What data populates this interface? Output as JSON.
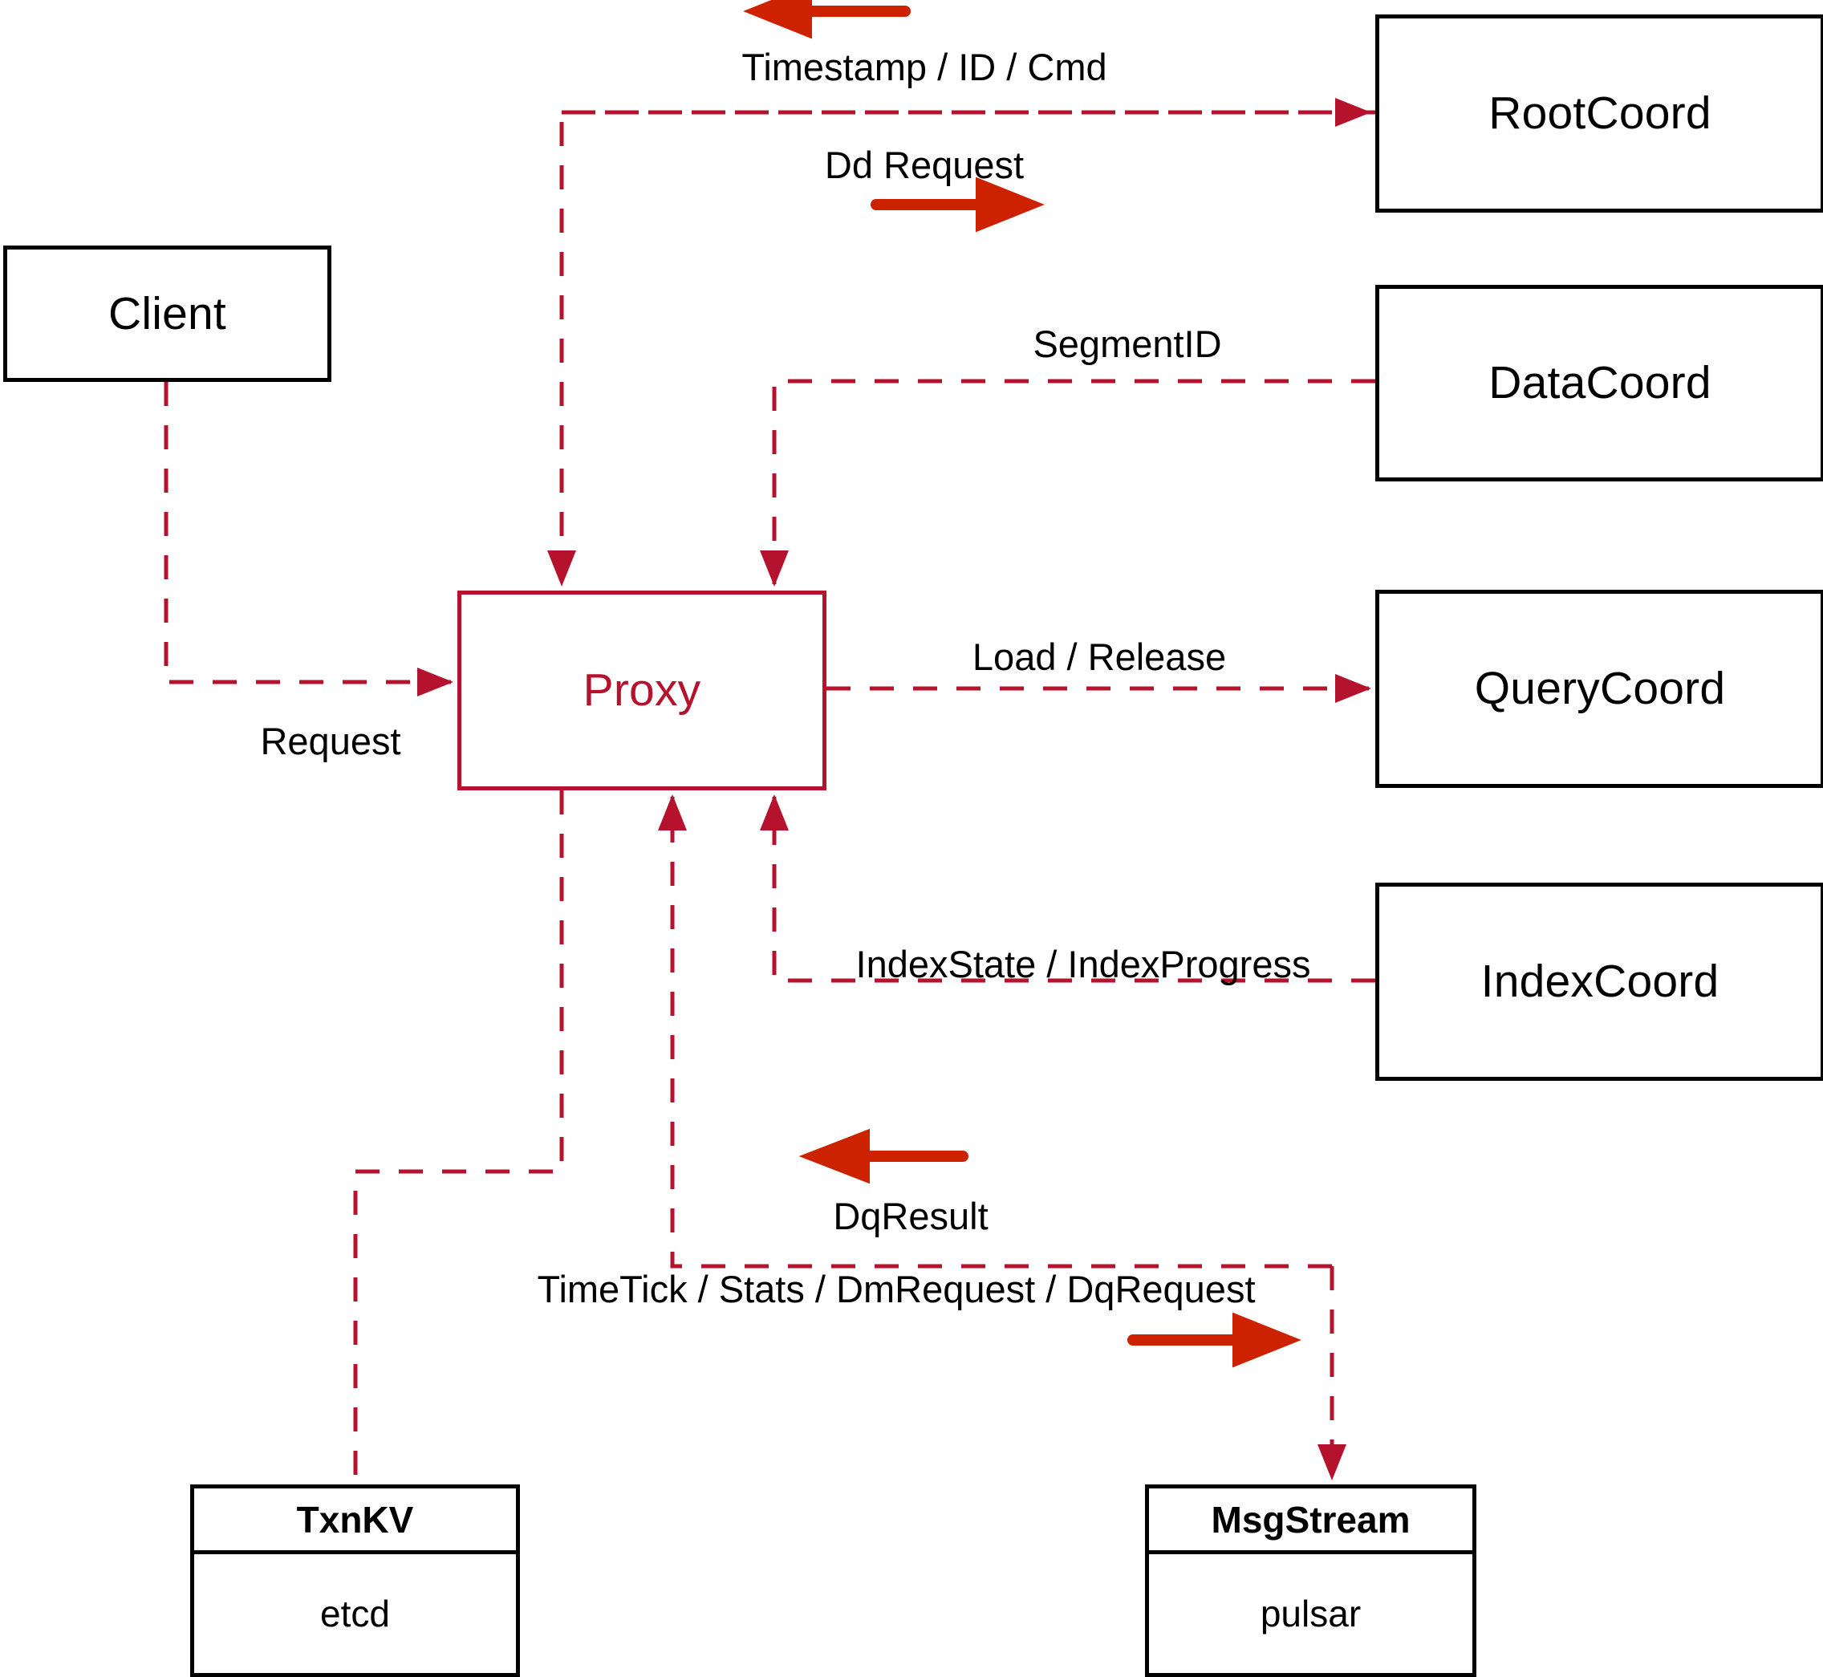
{
  "diagram": {
    "title": "Milvus Proxy interaction diagram",
    "accent_color": "#b5122e",
    "arrow_color": "#cc2200",
    "node_color": "#000000",
    "background": "#ffffff"
  },
  "nodes": {
    "client": {
      "label": "Client"
    },
    "proxy": {
      "label": "Proxy"
    },
    "root_coord": {
      "label": "RootCoord"
    },
    "data_coord": {
      "label": "DataCoord"
    },
    "query_coord": {
      "label": "QueryCoord"
    },
    "index_coord": {
      "label": "IndexCoord"
    },
    "txnkv": {
      "head": "TxnKV",
      "body": "etcd"
    },
    "msgstream": {
      "head": "MsgStream",
      "body": "pulsar"
    }
  },
  "edges": [
    {
      "id": "request",
      "label": "Request",
      "from": "client",
      "to": "proxy",
      "style": "dashed",
      "direction": "forward"
    },
    {
      "id": "timestamp-id-cmd",
      "label": "Timestamp / ID / Cmd",
      "from": "root_coord",
      "to": "proxy",
      "style": "dashed",
      "direction": "backward"
    },
    {
      "id": "dd-request",
      "label": "Dd Request",
      "from": "proxy",
      "to": "root_coord",
      "style": "dashed",
      "direction": "forward"
    },
    {
      "id": "segment-id",
      "label": "SegmentID",
      "from": "data_coord",
      "to": "proxy",
      "style": "dashed",
      "direction": "backward"
    },
    {
      "id": "load-release",
      "label": "Load / Release",
      "from": "proxy",
      "to": "query_coord",
      "style": "dashed",
      "direction": "forward"
    },
    {
      "id": "index-state-progress",
      "label": "IndexState / IndexProgress",
      "from": "index_coord",
      "to": "proxy",
      "style": "dashed",
      "direction": "backward"
    },
    {
      "id": "txnkv-link",
      "label": "",
      "from": "proxy",
      "to": "txnkv",
      "style": "dashed",
      "direction": "none"
    },
    {
      "id": "dq-result",
      "label": "DqResult",
      "from": "msgstream",
      "to": "proxy",
      "style": "dashed",
      "direction": "backward"
    },
    {
      "id": "timetick-stats-dm-dq",
      "label": "TimeTick / Stats / DmRequest / DqRequest",
      "from": "proxy",
      "to": "msgstream",
      "style": "dashed",
      "direction": "forward"
    }
  ],
  "flow_markers": [
    {
      "id": "marker-timestamp",
      "for": "timestamp-id-cmd",
      "points": "left"
    },
    {
      "id": "marker-dd-request",
      "for": "dd-request",
      "points": "right"
    },
    {
      "id": "marker-dq-result",
      "for": "dq-result",
      "points": "left"
    },
    {
      "id": "marker-timetick",
      "for": "timetick-stats-dm-dq",
      "points": "right"
    }
  ]
}
